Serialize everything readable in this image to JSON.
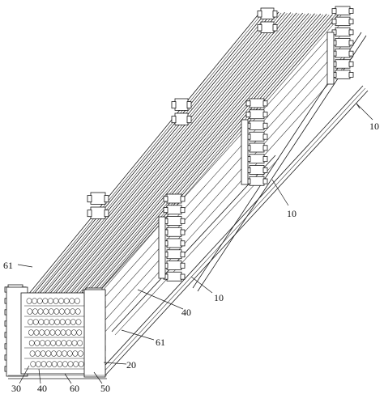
{
  "labels": {
    "l10a": "10",
    "l10b": "10",
    "l10c": "10",
    "l61a": "61",
    "l61b": "61",
    "l40a": "40",
    "l40b": "40",
    "l20": "20",
    "l30": "30",
    "l60": "60",
    "l50": "50"
  },
  "colors": {
    "line": "#1a1a1a",
    "background": "#ffffff"
  }
}
